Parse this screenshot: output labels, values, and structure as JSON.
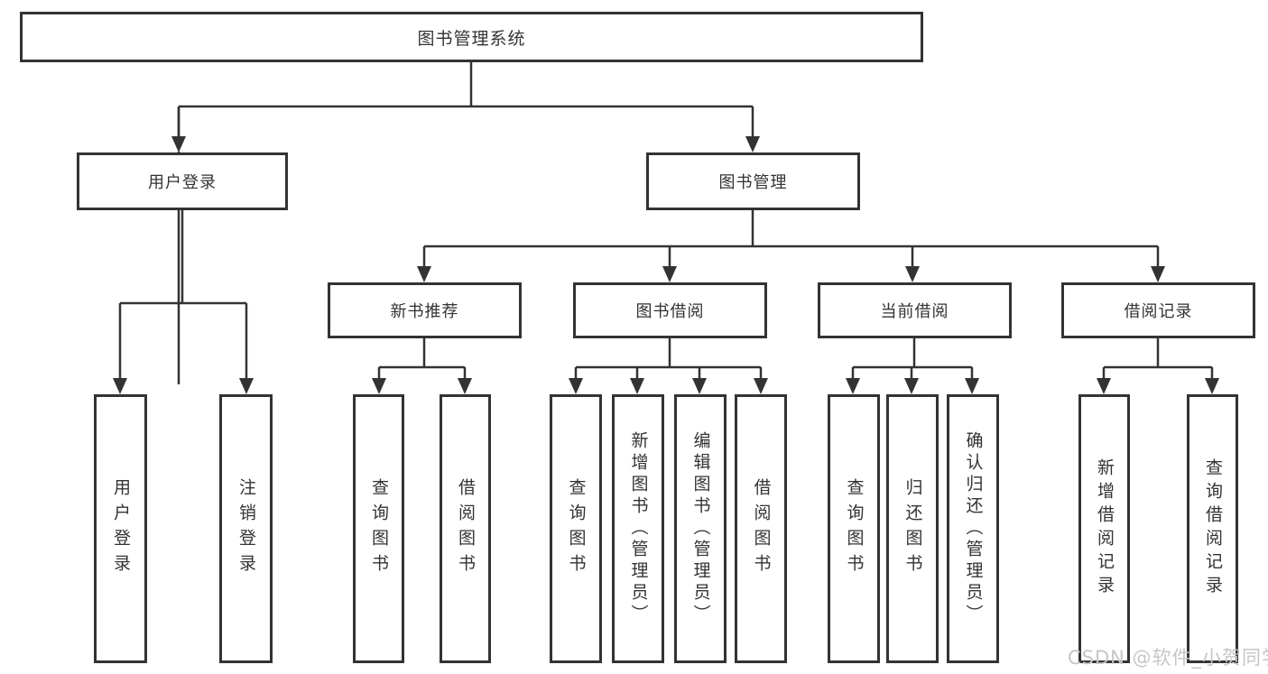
{
  "tree": {
    "label": "图书管理系统",
    "children": [
      {
        "label": "用户登录",
        "children": [
          {
            "label": "用户登录"
          },
          {
            "label": "注销登录"
          }
        ]
      },
      {
        "label": "图书管理",
        "children": [
          {
            "label": "新书推荐",
            "children": [
              {
                "label": "查询图书"
              },
              {
                "label": "借阅图书"
              }
            ]
          },
          {
            "label": "图书借阅",
            "children": [
              {
                "label": "查询图书"
              },
              {
                "label": "新增图书（管理员）"
              },
              {
                "label": "编辑图书（管理员）"
              },
              {
                "label": "借阅图书"
              }
            ]
          },
          {
            "label": "当前借阅",
            "children": [
              {
                "label": "查询图书"
              },
              {
                "label": "归还图书"
              },
              {
                "label": "确认归还（管理员）"
              }
            ]
          },
          {
            "label": "借阅记录",
            "children": [
              {
                "label": "新增借阅记录"
              },
              {
                "label": "查询借阅记录"
              }
            ]
          }
        ]
      }
    ]
  },
  "watermark": "CSDN @软件_小贺同学",
  "colors": {
    "line": "#333333",
    "box_background": "#ffffff",
    "text": "#333333",
    "watermark": "#c6c6c6"
  }
}
